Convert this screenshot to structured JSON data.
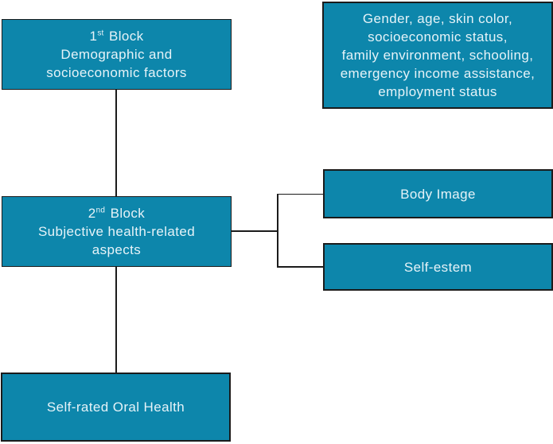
{
  "diagram": {
    "colors": {
      "background": "#ffffff",
      "box_fill": "#0d86ab",
      "box_border": "#1b1b1b",
      "text": "#e6f3f8",
      "connector": "#1b1b1b"
    },
    "block1": {
      "number": "1",
      "ordinal": "st",
      "title_word": "Block",
      "lines": [
        "Demographic and",
        "socioeconomic factors"
      ]
    },
    "factors": {
      "lines": [
        "Gender, age, skin color,",
        "socioeconomic status,",
        "family environment, schooling,",
        "emergency income assistance,",
        "employment status"
      ]
    },
    "block2": {
      "number": "2",
      "ordinal": "nd",
      "title_word": "Block",
      "lines": [
        "Subjective health-related",
        "aspects"
      ]
    },
    "body_image_label": "Body Image",
    "self_esteem_label": "Self-estem",
    "oral_health_label": "Self-rated Oral Health"
  }
}
